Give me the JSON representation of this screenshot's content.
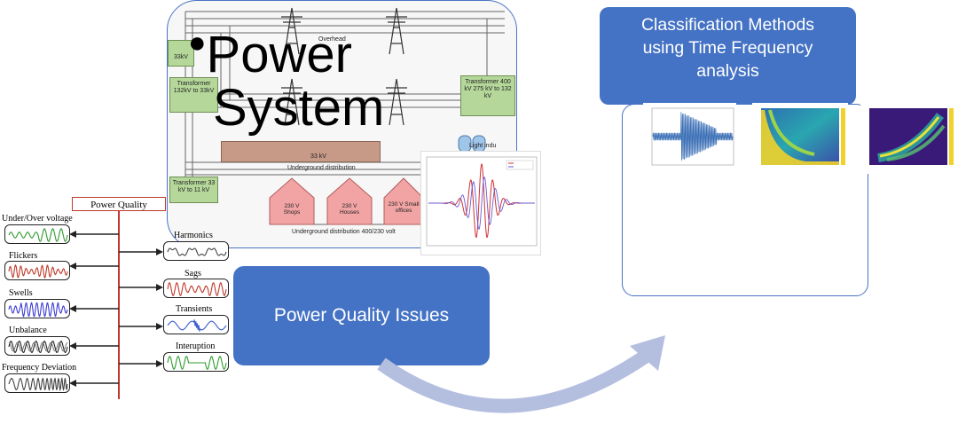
{
  "power_system": {
    "title_line1": "Power",
    "title_line2": "System",
    "boxes": {
      "top_left": "33kV",
      "transformer_132_33": "Transformer 132kV to 33kV",
      "transformer_right": "Transformer 400 kV 275 kV to 132 kV",
      "transformer_33_11": "Transformer 33 kV to 11 kV",
      "mid_box": "33 kV"
    },
    "labels": {
      "overhead": "Overhead",
      "light_industry": "Light indu",
      "underground": "Underground distribution",
      "underground_low": "Underground distribution 400/230 volt"
    },
    "houses": [
      {
        "label": "230 V Shops"
      },
      {
        "label": "230 V Houses"
      },
      {
        "label": "230 V Small offices"
      }
    ]
  },
  "power_quality": {
    "root": "Power Quality",
    "left_items": [
      {
        "label": "Under/Over voltage",
        "color": "#2e9b2e"
      },
      {
        "label": "Flickers",
        "color": "#c0392b"
      },
      {
        "label": "Swells",
        "color": "#3b3bd4"
      },
      {
        "label": "Unbalance",
        "color": "#222222"
      },
      {
        "label": "Frequency Deviation",
        "color": "#444444"
      }
    ],
    "right_items": [
      {
        "label": "Harmonics",
        "color": "#444444"
      },
      {
        "label": "Sags",
        "color": "#c0392b"
      },
      {
        "label": "Transients",
        "color": "#3b5bd4"
      },
      {
        "label": "Interuption",
        "color": "#2e9b2e"
      }
    ]
  },
  "callouts": {
    "pq_issues": "Power Quality Issues",
    "classification_line1": "Classification Methods",
    "classification_line2": "using Time Frequency",
    "classification_line3": "analysis"
  },
  "colors": {
    "accent": "#4472c4",
    "arrow": "#b4bfe0",
    "tree_line": "#c0392b"
  }
}
